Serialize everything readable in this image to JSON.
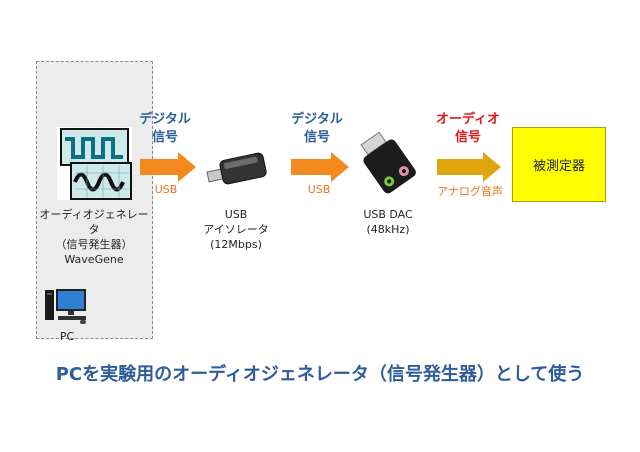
{
  "pc": {
    "app_name_line1": "オーディオジェネレータ",
    "app_name_line2": "（信号発生器）",
    "app_name_line3": "WaveGene",
    "pc_label": "PC"
  },
  "link1": {
    "head_line1": "デジタル",
    "head_line2": "信号",
    "sub": "USB"
  },
  "isolator": {
    "line1": "USB",
    "line2": "アイソレータ",
    "line3": "(12Mbps)"
  },
  "link2": {
    "head_line1": "デジタル",
    "head_line2": "信号",
    "sub": "USB"
  },
  "dac": {
    "line1": "USB DAC",
    "line2": "(48kHz)"
  },
  "link3": {
    "head_line1": "オーディオ",
    "head_line2": "信号",
    "sub": "アナログ音声"
  },
  "target": {
    "label": "被測定器"
  },
  "caption": "PCを実験用のオーディオジェネレータ（信号発生器）として使う",
  "colors": {
    "arrow_orange": "#f28a1e",
    "arrow_gold": "#e0a50c",
    "head_blue": "#2e5d9a",
    "head_red": "#e01818",
    "target_yellow": "#ffff00"
  }
}
